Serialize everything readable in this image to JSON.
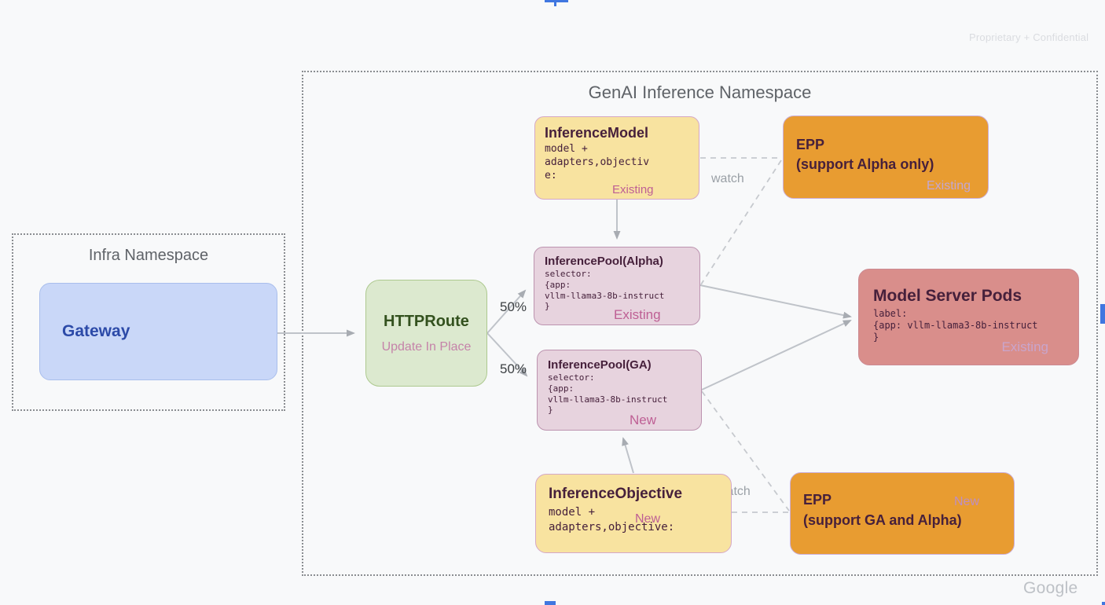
{
  "slide": {
    "confidential_note": "Proprietary + Confidential",
    "brand": "Google"
  },
  "namespaces": {
    "infra": {
      "title": "Infra Namespace"
    },
    "genai": {
      "title": "GenAI Inference Namespace"
    }
  },
  "nodes": {
    "gateway": {
      "title": "Gateway"
    },
    "httproute": {
      "title": "HTTPRoute",
      "subtitle": "Update In Place"
    },
    "inference_model": {
      "title": "InferenceModel",
      "body": "model +\nadapters,objectiv\ne:",
      "status": "Existing"
    },
    "epp_alpha": {
      "title": "EPP",
      "subtitle": "(support Alpha only)",
      "status": "Existing"
    },
    "pool_alpha": {
      "title": "InferencePool(Alpha)",
      "body": "selector:\n{app:\nvllm-llama3-8b-instruct\n}",
      "status": "Existing"
    },
    "pool_ga": {
      "title": "InferencePool(GA)",
      "body": "selector:\n{app:\nvllm-llama3-8b-instruct\n}",
      "status": "New"
    },
    "model_server_pods": {
      "title": "Model Server Pods",
      "body": "label:\n{app: vllm-llama3-8b-instruct\n}",
      "status": "Existing"
    },
    "inference_objective": {
      "title": "InferenceObjective",
      "body_line1": "model +",
      "body_line2": "adapters,objective:",
      "status": "New"
    },
    "epp_ga": {
      "title": "EPP",
      "subtitle": "(support GA and Alpha)",
      "status": "New"
    }
  },
  "labels": {
    "split_top": "50%",
    "split_bottom": "50%",
    "watch_top": "watch",
    "watch_bottom": "watch"
  },
  "colors": {
    "background": "#F8F9FA",
    "accent_blue_handle": "#4077E0",
    "namespace_border": "#8A8D91",
    "namespace_title": "#5F6368",
    "gateway_fill": "#C9D7F8",
    "gateway_border": "#A9BEEC",
    "gateway_text": "#2C4AA8",
    "httproute_fill": "#DCE9CF",
    "httproute_border": "#ADC98F",
    "httproute_text": "#33511E",
    "yellow_fill": "#F8E3A0",
    "yellow_border": "#D5A8C6",
    "orange_fill": "#E89C31",
    "orange_border": "#CBAFD9",
    "pink_fill": "#E7D3DE",
    "pink_border": "#BC93AF",
    "salmon_fill": "#D98E8B",
    "salmon_border": "#CC8A92",
    "dark_plum_text": "#46203B",
    "status_pink": "#BE5F94",
    "status_mauve": "#C2A7D3",
    "connector_gray": "#BFC3C9",
    "arrowhead_gray": "#A8ACB2",
    "label_gray": "#9AA0A6",
    "confidential_gray": "#DADCE0",
    "google_gray": "#BDC1C6"
  }
}
